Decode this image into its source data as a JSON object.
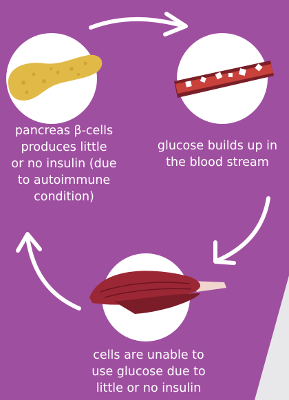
{
  "colors": {
    "background_purple": "#9f4fa0",
    "page_gray": "#e8e8ea",
    "circle": "#ffffff",
    "arrow": "#ffffff",
    "text": "#ffffff",
    "pancreas": "#e1b947",
    "vessel": "#c9413b",
    "muscle": "#9c2734"
  },
  "icons": [
    "pancreas-icon",
    "blood-vessel-icon",
    "muscle-icon"
  ],
  "cycle": {
    "step1": "pancreas β-cells\nproduces little\nor no insulin (due\nto autoimmune\ncondition)",
    "step2": "glucose builds up in\nthe blood stream",
    "step3": "cells are unable to\nuse glucose due to\nlittle or no insulin"
  }
}
